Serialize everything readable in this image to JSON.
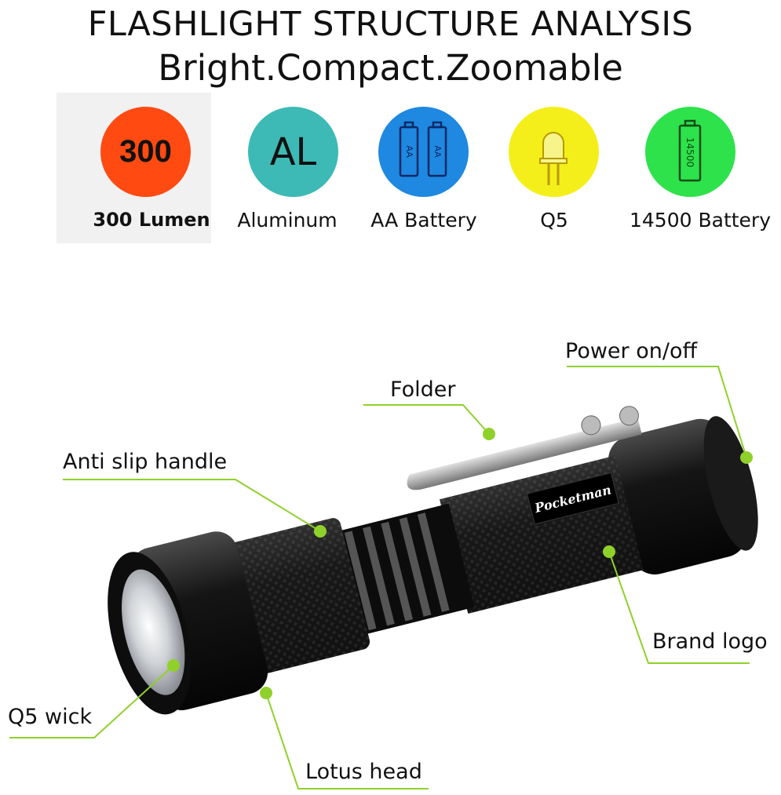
{
  "header": {
    "title": "FLASHLIGHT STRUCTURE ANALYSIS",
    "subtitle": "Bright.Compact.Zoomable"
  },
  "features": [
    {
      "badge": "300",
      "label": "300 Lumen",
      "color": "#ff4a12",
      "icon": "lumen-badge"
    },
    {
      "badge": "AL",
      "label": "Aluminum",
      "color": "#3dbab6",
      "icon": "aluminum-badge"
    },
    {
      "badge": "AA",
      "label": "AA Battery",
      "color": "#1f88e0",
      "icon": "aa-battery-icon"
    },
    {
      "badge": "",
      "label": "Q5",
      "color": "#f4ef1a",
      "icon": "led-bulb-icon"
    },
    {
      "badge": "14500",
      "label": "14500 Battery",
      "color": "#2ee24b",
      "icon": "14500-battery-icon"
    }
  ],
  "product": {
    "brand": "Pocketman",
    "callouts": {
      "power": "Power on/off",
      "folder": "Folder",
      "anti_slip": "Anti slip handle",
      "brand_logo": "Brand logo",
      "q5_wick": "Q5 wick",
      "lotus_head": "Lotus head"
    },
    "callout_color": "#8fd12a"
  }
}
